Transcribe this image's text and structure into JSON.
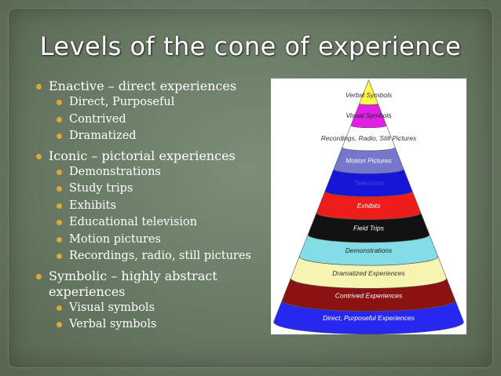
{
  "title": "Levels of the cone of experience",
  "bullets": [
    {
      "level": 1,
      "text": "Enactive – direct experiences"
    },
    {
      "level": 2,
      "text": "Direct, Purposeful"
    },
    {
      "level": 2,
      "text": "Contrived"
    },
    {
      "level": 2,
      "text": "Dramatized"
    },
    {
      "level": 1,
      "text": "Iconic – pictorial experiences"
    },
    {
      "level": 2,
      "text": "Demonstrations"
    },
    {
      "level": 2,
      "text": "Study trips"
    },
    {
      "level": 2,
      "text": "Exhibits"
    },
    {
      "level": 2,
      "text": "Educational television"
    },
    {
      "level": 2,
      "text": "Motion pictures"
    },
    {
      "level": 2,
      "text": "Recordings, radio, still pictures"
    },
    {
      "level": 1,
      "text": "Symbolic – highly abstract experiences"
    },
    {
      "level": 2,
      "text": "Visual symbols"
    },
    {
      "level": 2,
      "text": "Verbal symbols"
    }
  ],
  "cone": {
    "bands": [
      {
        "label": "Verbal Symbols",
        "color": "#ffff4a",
        "text_color": "#333333"
      },
      {
        "label": "Visual Symbols",
        "color": "#e21fe6",
        "text_color": "#222222"
      },
      {
        "label": "Recordings, Radio, Still Pictures",
        "color": "#ffffff",
        "text_color": "#333333"
      },
      {
        "label": "Motion Pictures",
        "color": "#7676cc",
        "text_color": "#ffffff"
      },
      {
        "label": "Television",
        "color": "#1616d8",
        "text_color": "#4a4ad8"
      },
      {
        "label": "Exhibits",
        "color": "#ef1c1c",
        "text_color": "#ffffff"
      },
      {
        "label": "Field Trips",
        "color": "#121212",
        "text_color": "#ffffff"
      },
      {
        "label": "Demonstrations",
        "color": "#82dde6",
        "text_color": "#222222"
      },
      {
        "label": "Dramatized Experiences",
        "color": "#f6f4b0",
        "text_color": "#333333"
      },
      {
        "label": "Contrived Experiences",
        "color": "#8a1212",
        "text_color": "#ffffff"
      },
      {
        "label": "Direct, Purposeful Experiences",
        "color": "#2727ef",
        "text_color": "#ffffff"
      }
    ]
  }
}
